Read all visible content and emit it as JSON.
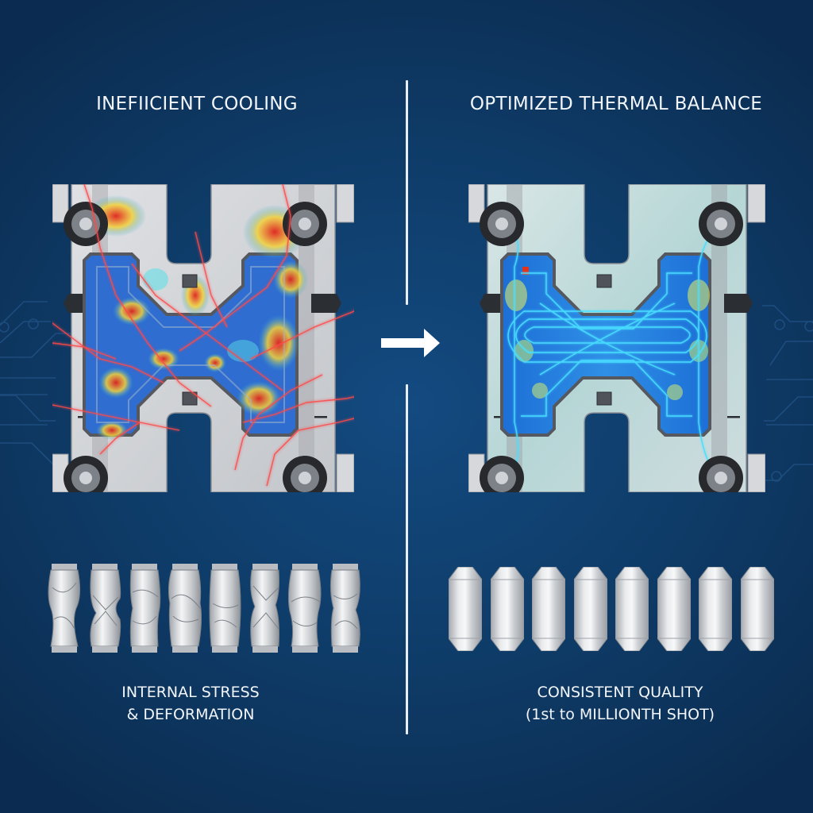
{
  "left_panel": {
    "heading": "INEFIICIENT COOLING",
    "caption_line1": "INTERNAL STRESS",
    "caption_line2": "& DEFORMATION",
    "mold_state": "uneven-heat-map-with-cracks",
    "part_count": 8,
    "part_state": "deformed"
  },
  "right_panel": {
    "heading": "OPTIMIZED THERMAL BALANCE",
    "caption_line1": "CONSISTENT QUALITY",
    "caption_line2": "(1st to MILLIONTH SHOT)",
    "mold_state": "uniform-cooling-channels",
    "part_count": 8,
    "part_state": "uniform"
  },
  "transition": {
    "icon": "arrow-right-icon"
  },
  "colors": {
    "background_center": "#134a80",
    "background_edge": "#0b2c50",
    "text": "#f2f5fa",
    "divider": "#e9eef5",
    "steel": "#d3d6da",
    "steel_dark": "#8c9096",
    "heat_red": "#e0231e",
    "heat_yellow": "#f2d23a",
    "heat_blue": "#1f5fd0",
    "coolant_cyan": "#38d6ff",
    "crack_red": "#ff4a4a"
  }
}
